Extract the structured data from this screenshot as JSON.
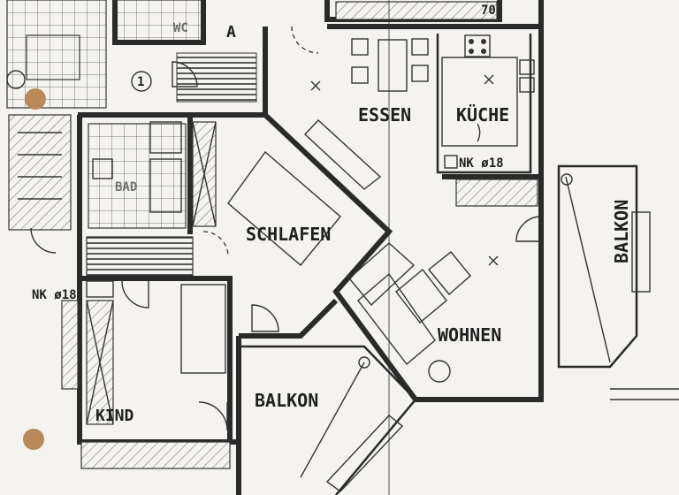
{
  "rooms": {
    "essen": "ESSEN",
    "kueche": "KÜCHE",
    "schlafen": "SCHLAFEN",
    "wohnen": "WOHNEN",
    "balkon_right": "BALKON",
    "balkon_bottom": "BALKON",
    "kind": "KIND",
    "bad": "BAD",
    "wc": "WC"
  },
  "annotations": {
    "nk_kitchen": "NK ø18",
    "nk_left": "NK ø18",
    "a_label": "A",
    "circle_label": "1",
    "top_number": "70"
  },
  "colors": {
    "paper": "#f4f3ef",
    "ink": "#2a2a2a",
    "punch_hole": "#b9895a"
  }
}
